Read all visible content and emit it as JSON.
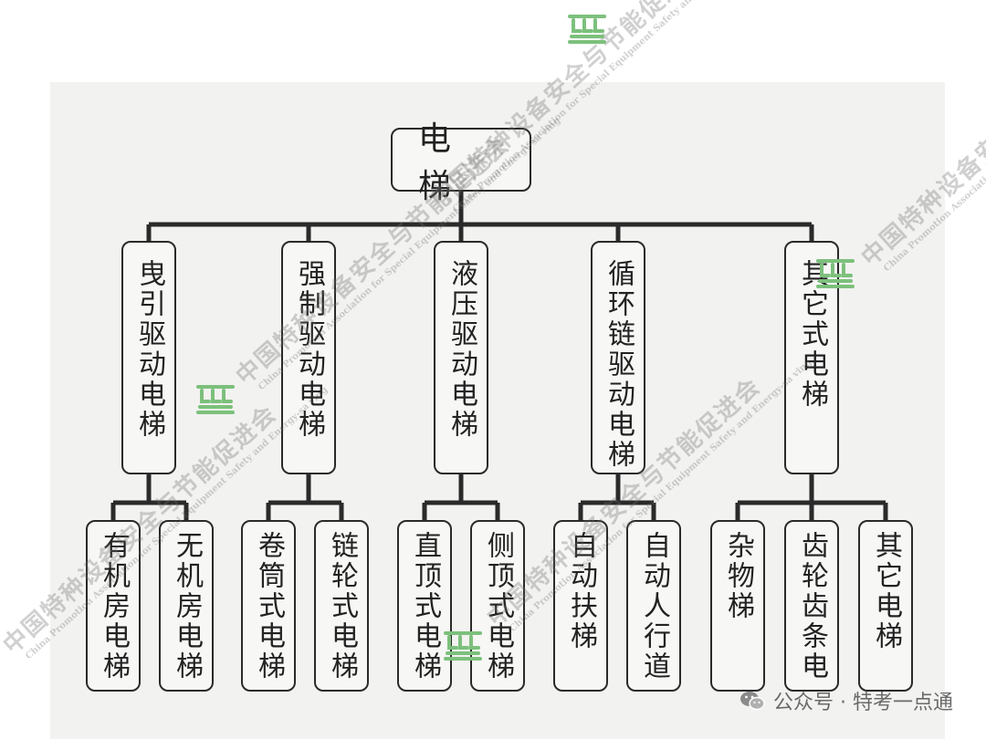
{
  "root": {
    "label": "电 梯"
  },
  "types": [
    {
      "label": "曳引驱动电梯",
      "children": [
        "有机房电梯",
        "无机房电梯"
      ]
    },
    {
      "label": "强制驱动电梯",
      "children": [
        "卷筒式电梯",
        "链轮式电梯"
      ]
    },
    {
      "label": "液压驱动电梯",
      "children": [
        "直顶式电梯",
        "侧顶式电梯"
      ]
    },
    {
      "label": "循环链驱动电梯",
      "children": [
        "自动扶梯",
        "自动人行道"
      ]
    },
    {
      "label": "其它式电梯",
      "children": [
        "杂物梯",
        "齿轮齿条电",
        "其它电梯"
      ]
    }
  ],
  "watermark": {
    "cn": "中国特种设备安全与节能促进会",
    "en": "China Promotion Association for Special Equipment Safety and Energy-sa ving"
  },
  "footer": {
    "text": "公众号 · 特考一点通",
    "icon": "wechat-icon"
  },
  "colors": {
    "line": "#2a2a2a",
    "panel": "#f2f2f0",
    "logo": "#7cc07c"
  }
}
